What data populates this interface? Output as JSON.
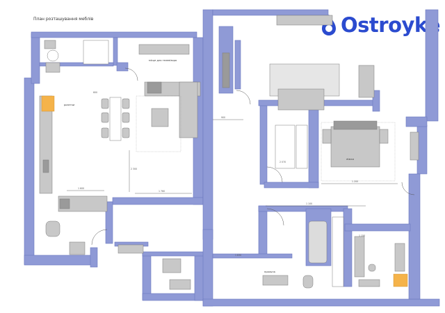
{
  "header": {
    "page_title": "План розташування меблів"
  },
  "brand": {
    "name": "Ostroyke",
    "logo_icon": "o-droplet-logo-icon",
    "color": "#2b4bcf"
  },
  "colors": {
    "wall": "#8f9ad6",
    "wall_stroke": "#6c78bf",
    "furniture": "#c8c8c8",
    "furniture_dark": "#9a9a9a",
    "accent": "#f5b34a"
  },
  "labels": {
    "kitchen_top": "місце для телевізора",
    "kitchen_note": "розетки",
    "bedroom_note": "ліжко",
    "bath_note": "пральна",
    "dim_a": "1 600",
    "dim_b": "2 300",
    "dim_c": "1 760",
    "dim_d": "1 100",
    "dim_e": "1 200",
    "dim_f": "900",
    "dim_g": "600",
    "dim_h": "2 070",
    "dim_i": "1 830",
    "dim_j": "1 150"
  }
}
